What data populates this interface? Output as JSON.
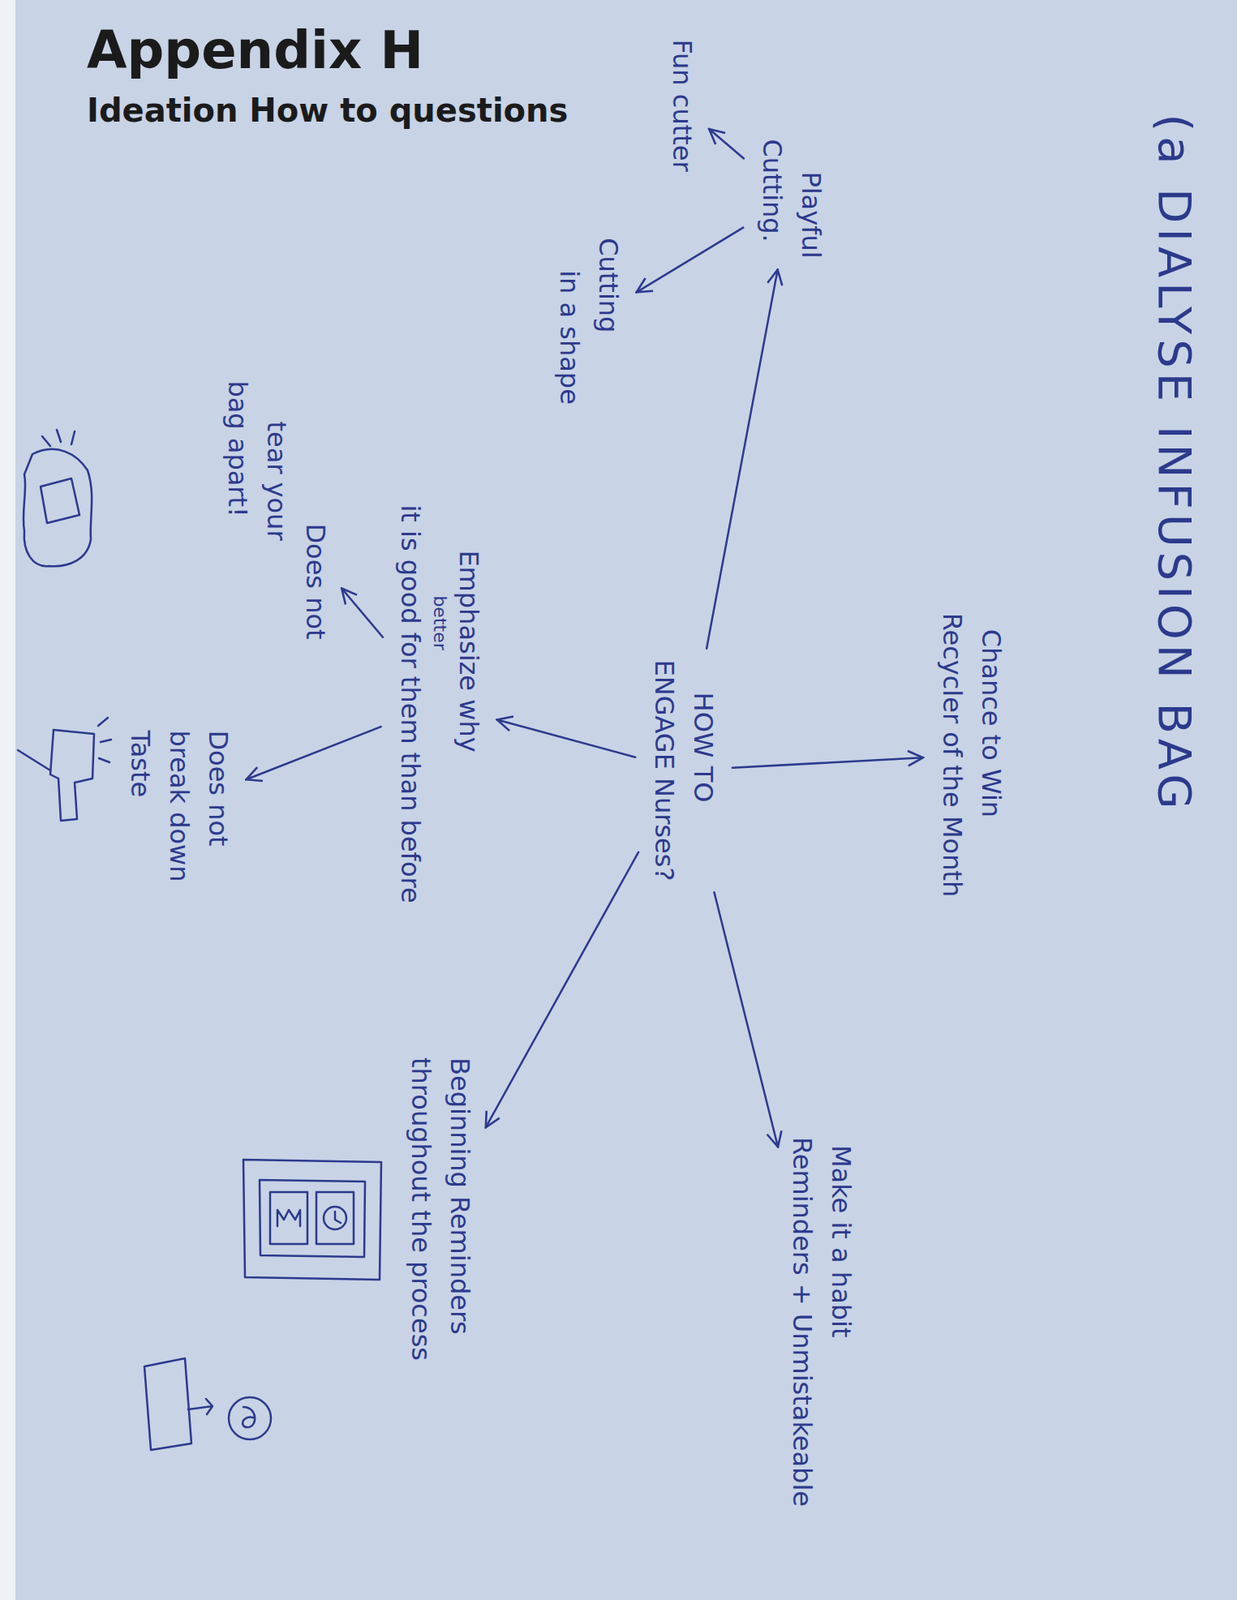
{
  "diagram": {
    "title": "Appendix H",
    "nodes": [
      {
        "text": [
          "HOW TO",
          "ENGAGE Nurses?"
        ]
      },
      {
        "text": [
          "Chance to Win",
          "Recycler of the Month"
        ]
      },
      {
        "text": [
          "Make it a habit",
          "Reminders + Unmistakeable"
        ]
      },
      {
        "text": [
          "Beginning Reminders",
          "throughout the process"
        ]
      },
      {
        "text": [
          "Emphasize why",
          "better",
          "it is good for them than before"
        ]
      },
      {
        "text": [
          "Playful",
          "Cutting."
        ]
      },
      {
        "text": [
          "Fun cutter"
        ]
      },
      {
        "text": [
          "Cutting",
          "in a shape"
        ]
      },
      {
        "text": [
          "Does not",
          "tear your",
          "bag apart!"
        ]
      },
      {
        "text": [
          "Does not",
          "break down",
          "Taste"
        ]
      }
    ],
    "edges": [
      {
        "from": 0,
        "to": 1,
        "arrow": "to"
      },
      {
        "from": 0,
        "to": 2,
        "arrow": "to"
      },
      {
        "from": 0,
        "to": 3,
        "arrow": "to"
      },
      {
        "from": 0,
        "to": 4,
        "arrow": "to"
      },
      {
        "from": 0,
        "to": 5,
        "arrow": "to"
      },
      {
        "from": 5,
        "to": 6,
        "arrow": "to"
      },
      {
        "from": 5,
        "to": 7,
        "arrow": "to"
      },
      {
        "from": 4,
        "to": 8,
        "arrow": "to"
      },
      {
        "from": 4,
        "to": 9,
        "arrow": "to"
      }
    ],
    "labels": [
      "Ideation How to questions",
      "(a DIALYSE INFUSION BAG"
    ]
  }
}
